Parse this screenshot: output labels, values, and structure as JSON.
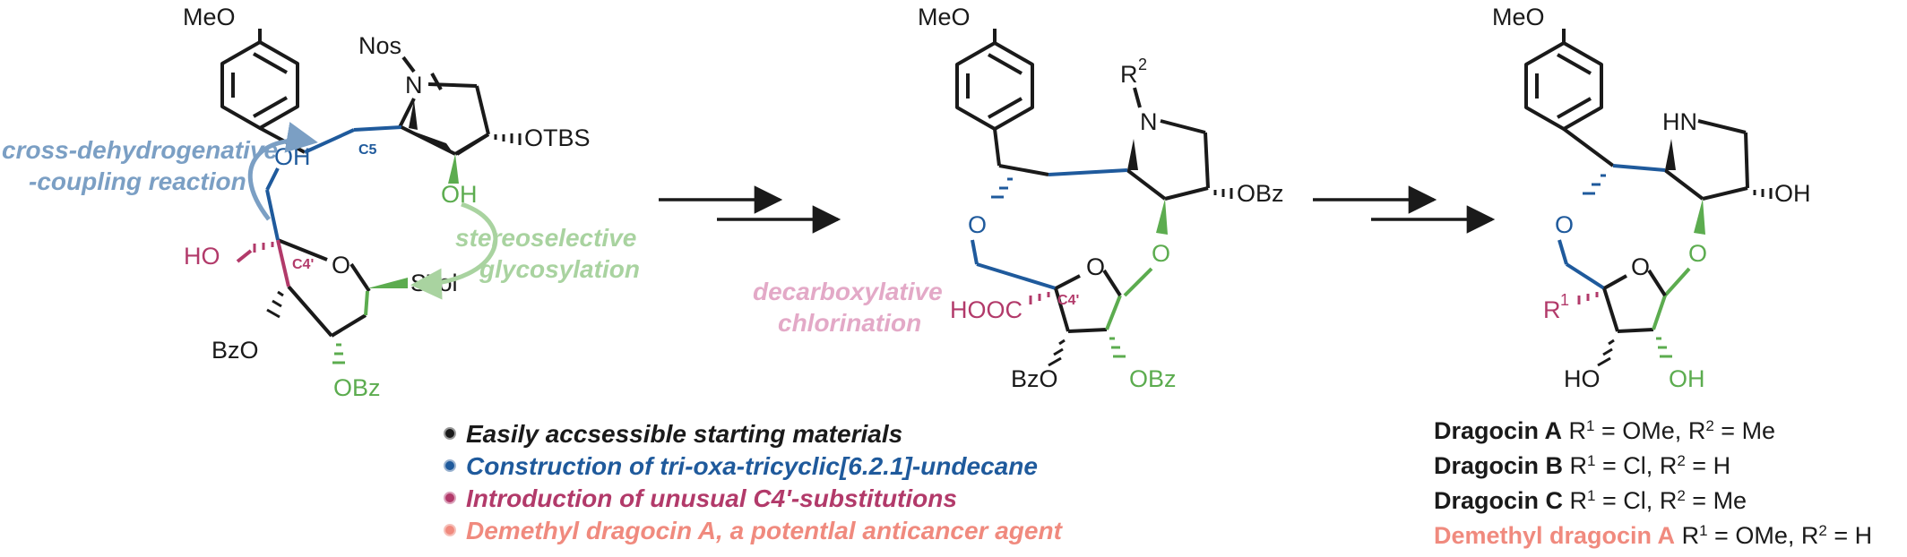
{
  "colors": {
    "black": "#1a1a1a",
    "blue": "#1f5a9c",
    "lightblue": "#7b9fc4",
    "green": "#5cac4f",
    "lightgreen": "#a9d3a0",
    "magenta": "#b23a6a",
    "pink": "#e3a9c7",
    "salmon": "#f08a7e"
  },
  "molecule1": {
    "meo": "MeO",
    "nos": "Nos",
    "n": "N",
    "otbs": "OTBS",
    "oh": "OH",
    "oh2": "OH",
    "ho": "HO",
    "o_ring": "O",
    "stol": "STol",
    "bzo": "BzO",
    "obz": "OBz",
    "c5": "C5",
    "c4": "C4'"
  },
  "annotations": {
    "cdc_line1": "cross-dehydrogenative",
    "cdc_line2": "-coupling reaction",
    "glyco_line1": "stereoselective",
    "glyco_line2": "glycosylation",
    "decarb_line1": "decarboxylative",
    "decarb_line2": "chlorination"
  },
  "molecule2": {
    "meo": "MeO",
    "r": "R",
    "r_sup": "2",
    "n": "N",
    "obz": "OBz",
    "o1": "O",
    "o2": "O",
    "o3": "O",
    "hooc": "HOOC",
    "c4": "C4'",
    "bzo": "BzO",
    "obz2": "OBz"
  },
  "molecule3": {
    "meo": "MeO",
    "hn": "HN",
    "oh": "OH",
    "o1": "O",
    "o2": "O",
    "o3": "O",
    "r": "R",
    "r_sup": "1",
    "ho": "HO",
    "oh2": "OH"
  },
  "bullets": [
    {
      "text": "Easily accsessible starting materials",
      "color": "#1a1a1a"
    },
    {
      "text": "Construction of tri-oxa-tricyclic[6.2.1]-undecane",
      "color": "#1f5a9c"
    },
    {
      "text": "Introduction of unusual C4'-substitutions",
      "color": "#b23a6a"
    },
    {
      "text": "Demethyl dragocin A, a potentlal anticancer agent",
      "color": "#f08a7e"
    }
  ],
  "compounds": [
    {
      "name": "Dragocin A",
      "r1": "OMe",
      "r2": "Me",
      "color": "#1a1a1a"
    },
    {
      "name": "Dragocin B",
      "r1": "Cl",
      "r2": "H",
      "color": "#1a1a1a"
    },
    {
      "name": "Dragocin C",
      "r1": "Cl",
      "r2": "Me",
      "color": "#1a1a1a"
    },
    {
      "name": "Demethyl dragocin A",
      "r1": "OMe",
      "r2": "H",
      "color": "#f08a7e"
    }
  ],
  "compound_labels": {
    "r": "R",
    "sup1": "1",
    "sup2": "2",
    "eq": " = ",
    "comma": ", "
  }
}
